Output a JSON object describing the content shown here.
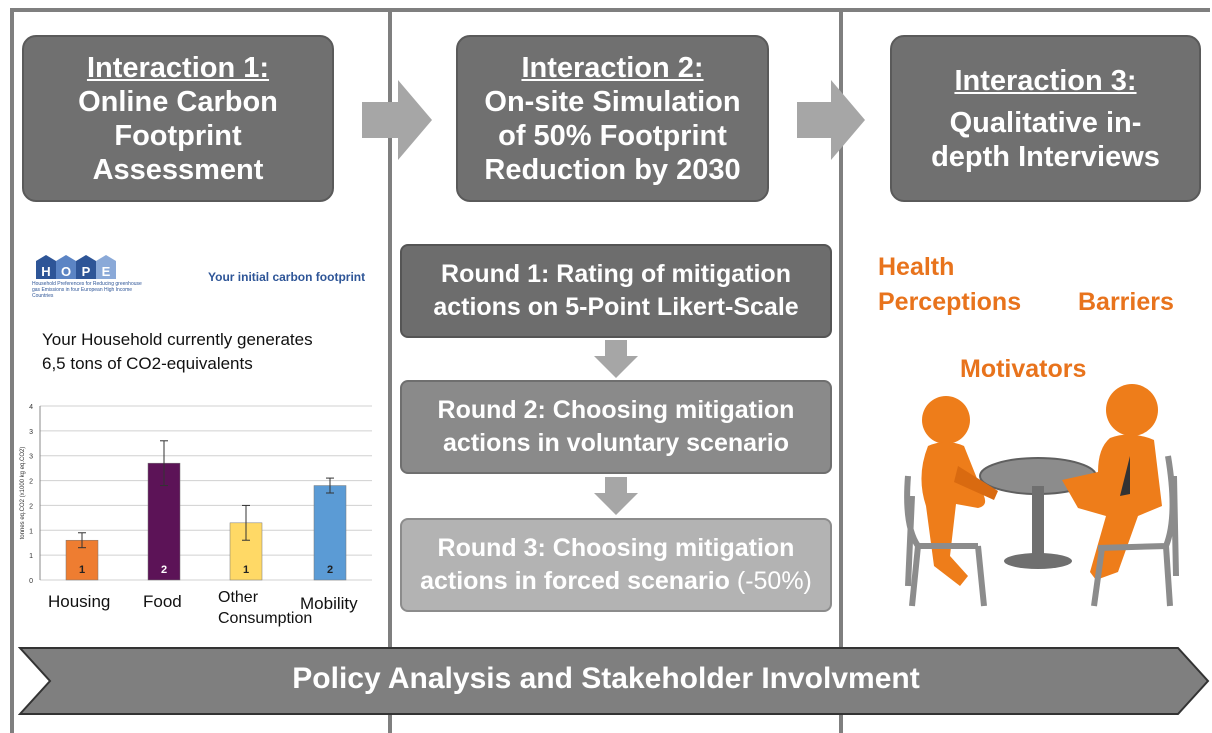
{
  "interactions": [
    {
      "title": "Interaction 1:",
      "lines": [
        "Online Carbon",
        "Footprint",
        "Assessment"
      ]
    },
    {
      "title": "Interaction 2:",
      "lines": [
        "On-site Simulation",
        "of 50% Footprint",
        "Reduction by 2030"
      ]
    },
    {
      "title": "Interaction 3:",
      "lines": [
        "Qualitative in-",
        "depth Interviews"
      ]
    }
  ],
  "rounds": [
    {
      "line1": "Round 1: Rating of mitigation",
      "line2": "actions on 5-Point Likert-Scale",
      "color": "#6d6d6d"
    },
    {
      "line1": "Round 2: Choosing mitigation",
      "line2": "actions in voluntary scenario",
      "color": "#8a8a8a"
    },
    {
      "line1": "Round 3: Choosing mitigation",
      "line2": "actions in forced scenario",
      "suffix": "(-50%)",
      "color": "#b3b3b3"
    }
  ],
  "hope": {
    "logo_letters": [
      "H",
      "O",
      "P",
      "E"
    ],
    "logo_subtext": "Household Preferences for Reducing greenhouse gas Emissions in four European High Income Countries",
    "heading": "Your initial carbon footprint",
    "summary_line1": "Your Household currently generates",
    "summary_line2": "6,5 tons of CO2-equivalents"
  },
  "chart_data": {
    "type": "bar",
    "categories": [
      "Housing",
      "Food",
      "Other Consumption",
      "Mobility"
    ],
    "category_labels": [
      "Housing",
      "Food",
      "Other",
      "Mobility"
    ],
    "category_sublabel": "Consumption",
    "values": [
      0.8,
      2.35,
      1.15,
      1.9
    ],
    "error": [
      0.15,
      0.45,
      0.35,
      0.15
    ],
    "bar_labels": [
      "1",
      "2",
      "1",
      "2"
    ],
    "colors": [
      "#ee7d31",
      "#5c1357",
      "#ffd966",
      "#5b9bd5"
    ],
    "ylabel": "tonnes eq.CO2 (x1000 kg eq.CO2)",
    "ylim": [
      0,
      3.5
    ],
    "yticks": [
      "0",
      "1",
      "1",
      "2",
      "2",
      "3",
      "3",
      "4"
    ]
  },
  "interview_topics": [
    "Health",
    "Perceptions",
    "Barriers",
    "Motivators"
  ],
  "bottom_banner": "Policy Analysis and Stakeholder Involvment"
}
